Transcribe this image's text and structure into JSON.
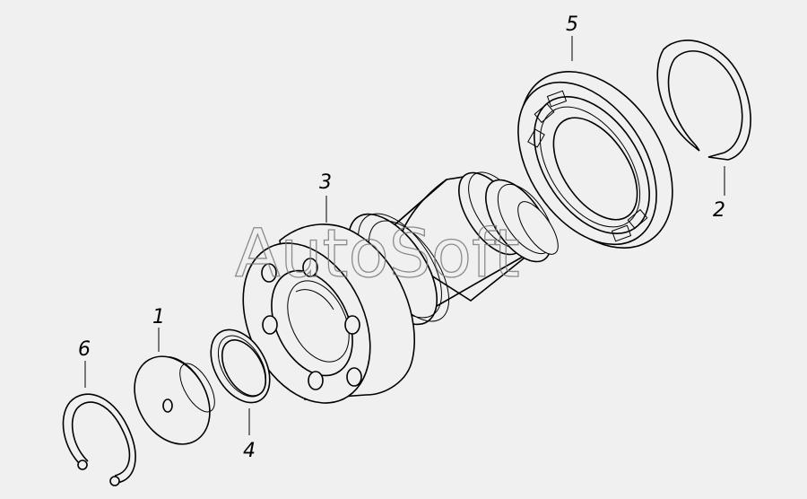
{
  "diagram": {
    "watermark": "AutoSoft",
    "callouts": [
      {
        "id": "1",
        "text": "1"
      },
      {
        "id": "2",
        "text": "2"
      },
      {
        "id": "3",
        "text": "3"
      },
      {
        "id": "4",
        "text": "4"
      },
      {
        "id": "5",
        "text": "5"
      },
      {
        "id": "6",
        "text": "6"
      }
    ]
  }
}
